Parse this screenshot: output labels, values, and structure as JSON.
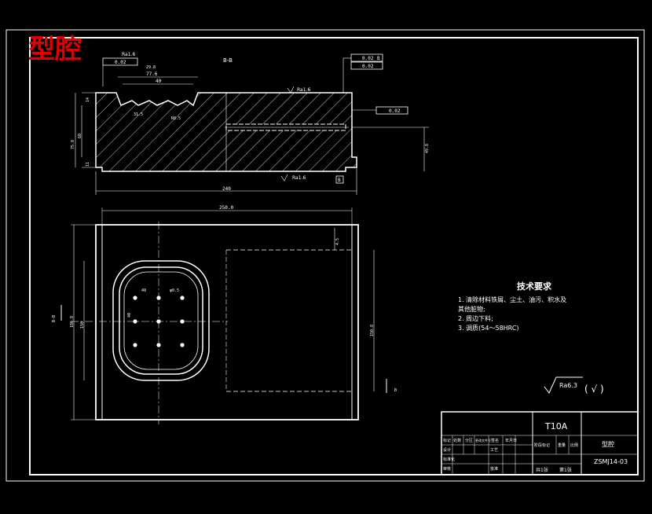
{
  "title_red": "型腔",
  "section_label": "B-B",
  "roughness_top": "Ra1.6",
  "roughness_bottom": "Ra1.6",
  "roughness_groove": "Ra1.6",
  "roughness_general": "Ra6.3",
  "tolerances": {
    "flatness_top": "0.02",
    "parallel_top": "0.02",
    "ref_b": "B",
    "parallel_side": "0.02",
    "perp_left": "0.02"
  },
  "dimensions": {
    "top_77": "77.6",
    "top_40": "40",
    "top_small": "29.8",
    "groove_31": "31.5",
    "groove_r": "R0.5",
    "left_total": "75.8",
    "left_mid": "60",
    "left_14": "14",
    "left_11": "11",
    "right_49": "49.8",
    "bottom_240": "240",
    "plan_width": "250.0",
    "plan_height_left": "186.8",
    "plan_height_inner": "150",
    "plan_right": "150.8",
    "plan_top_right": "4.5",
    "holes_h": "40",
    "holes_v": "40",
    "hole_dia": "φ0.5"
  },
  "tech_requirements": {
    "heading": "技术要求",
    "items": [
      "1. 清除材料铁屑、尘土、油污、积水及",
      "其他脏物;",
      "2. 周边下料;",
      "3. 调质(54～58HRC)"
    ]
  },
  "roughness_mark": "Ra6.3",
  "roughness_paren": "( √ )",
  "title_block": {
    "material": "T10A",
    "part_name": "型腔",
    "drawing_no": "ZSMJ14-03",
    "sheet_total": "共1张",
    "sheet_no": "第1张",
    "row_labels": [
      "标记",
      "处数",
      "分区",
      "更改文件号",
      "签名",
      "年月日"
    ],
    "mid_labels": [
      "阶段标记",
      "重量",
      "比例"
    ],
    "left_labels": [
      "设计",
      "标准化",
      "审核",
      "工艺",
      "批准"
    ]
  }
}
